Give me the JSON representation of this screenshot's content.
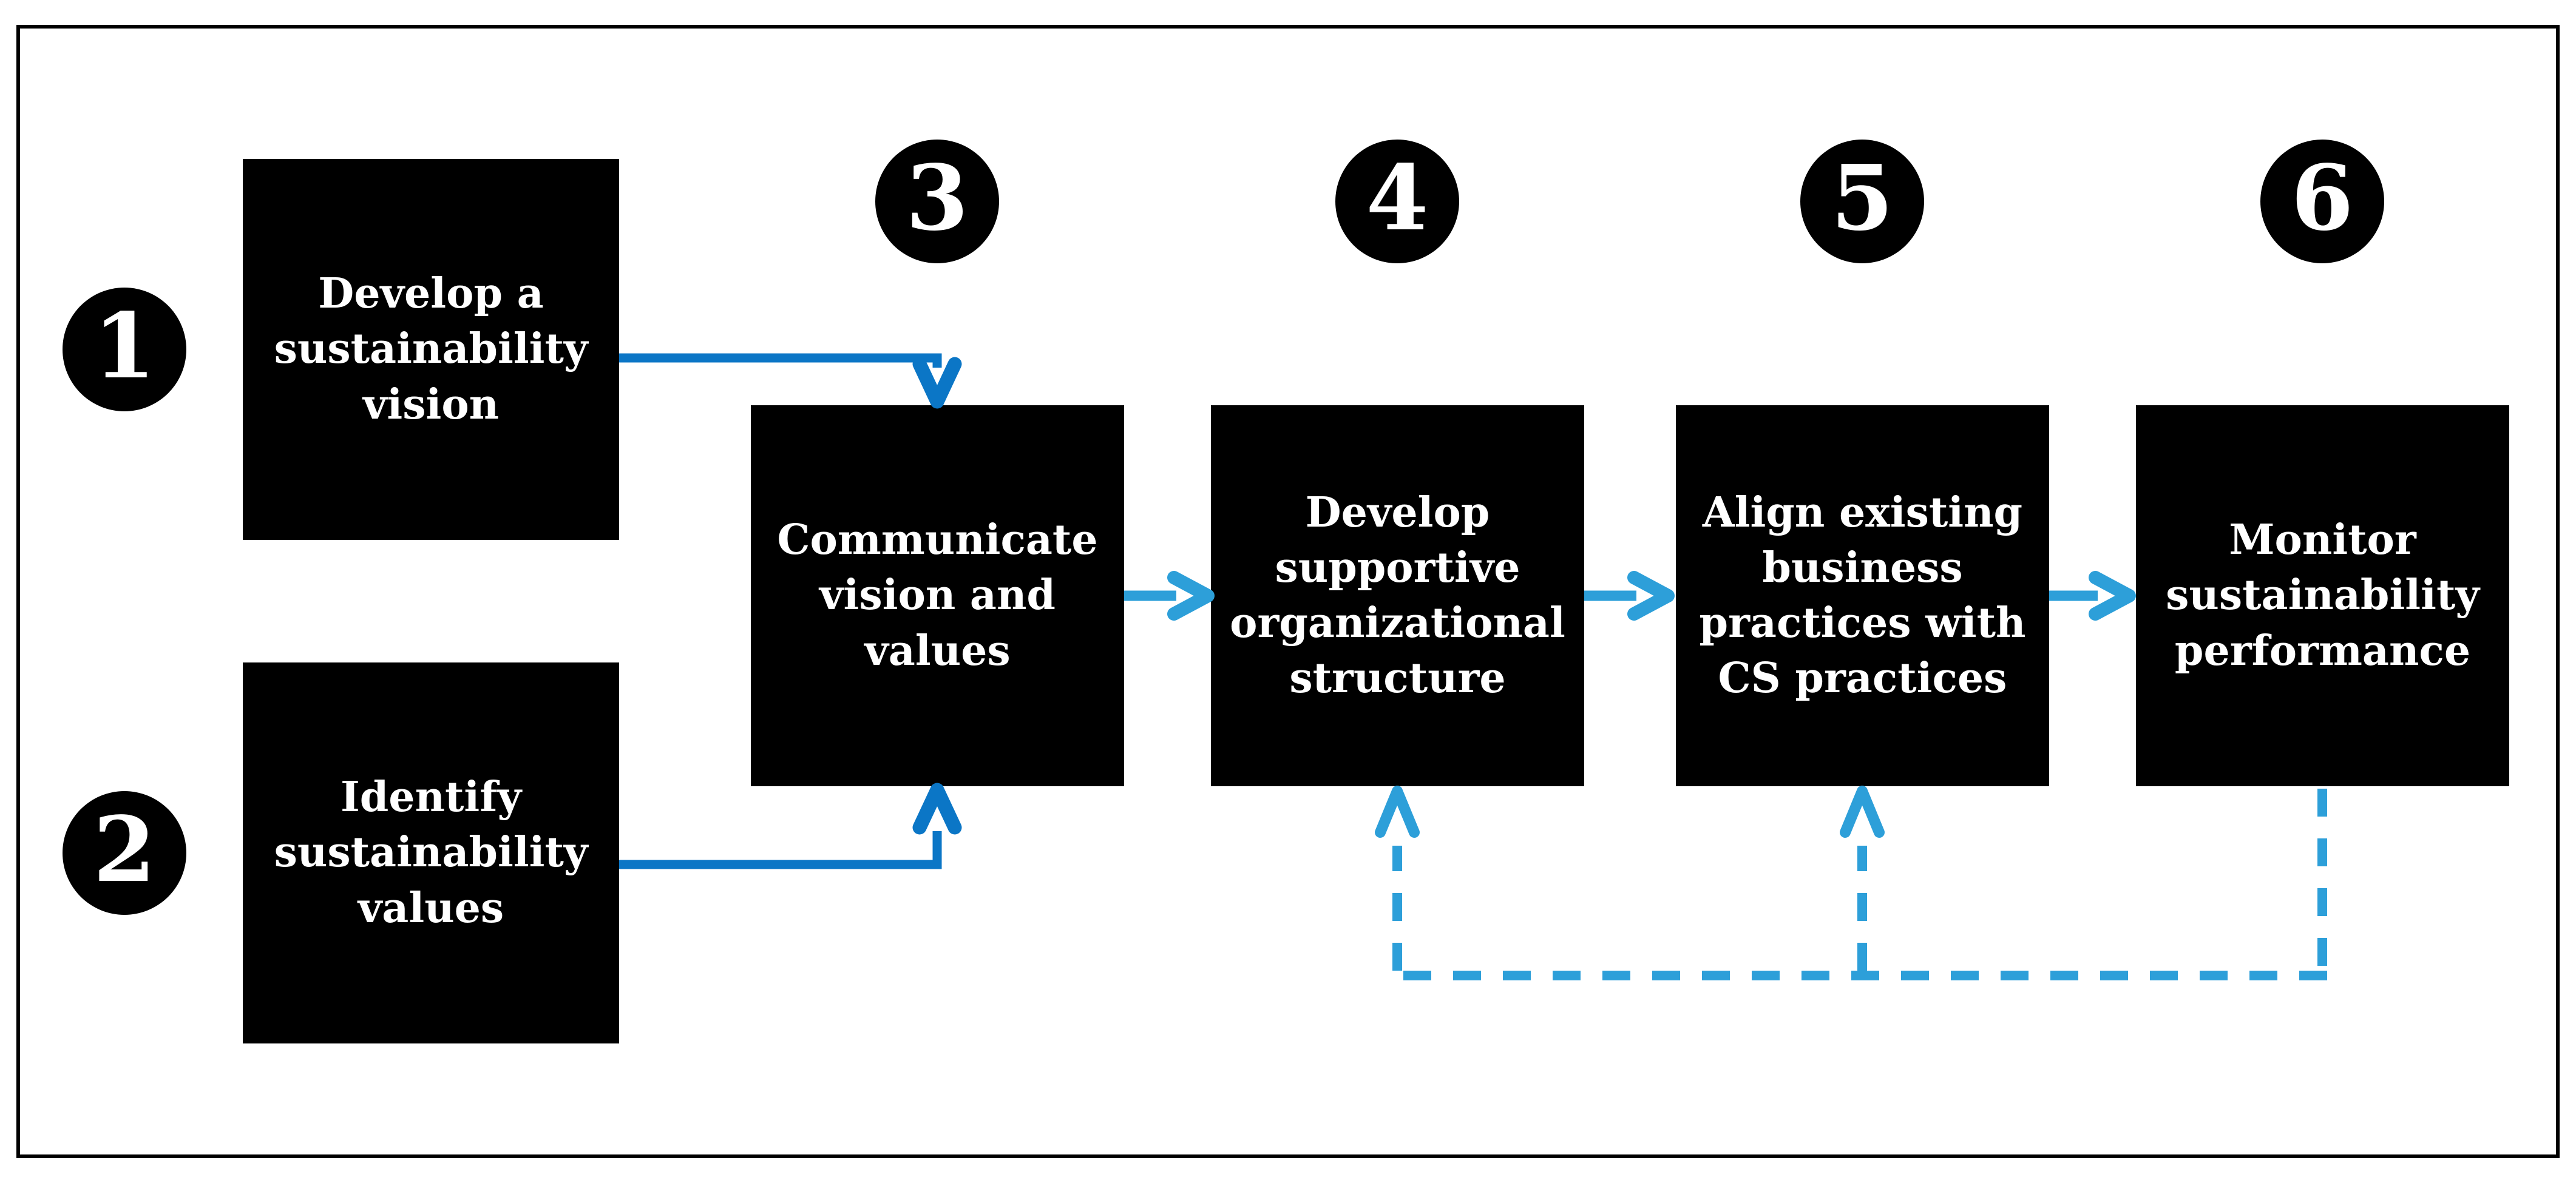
{
  "figure": {
    "type": "process-flow-diagram",
    "steps": [
      {
        "number": "1",
        "label": "Develop a\nsustainability\nvision"
      },
      {
        "number": "2",
        "label": "Identify\nsustainability\nvalues"
      },
      {
        "number": "3",
        "label": "Communicate\nvision and\nvalues"
      },
      {
        "number": "4",
        "label": "Develop\nsupportive\norganizational\nstructure"
      },
      {
        "number": "5",
        "label": "Align existing\nbusiness\npractices with\nCS practices"
      },
      {
        "number": "6",
        "label": "Monitor\nsustainability\nperformance"
      }
    ],
    "colors": {
      "background": "#ffffff",
      "border": "#000000",
      "box_fill": "#000000",
      "box_text": "#ffffff",
      "badge_fill": "#000000",
      "badge_text": "#ffffff",
      "primary_arrow": "#0b76c6",
      "secondary_arrow": "#2d9fd9"
    }
  }
}
